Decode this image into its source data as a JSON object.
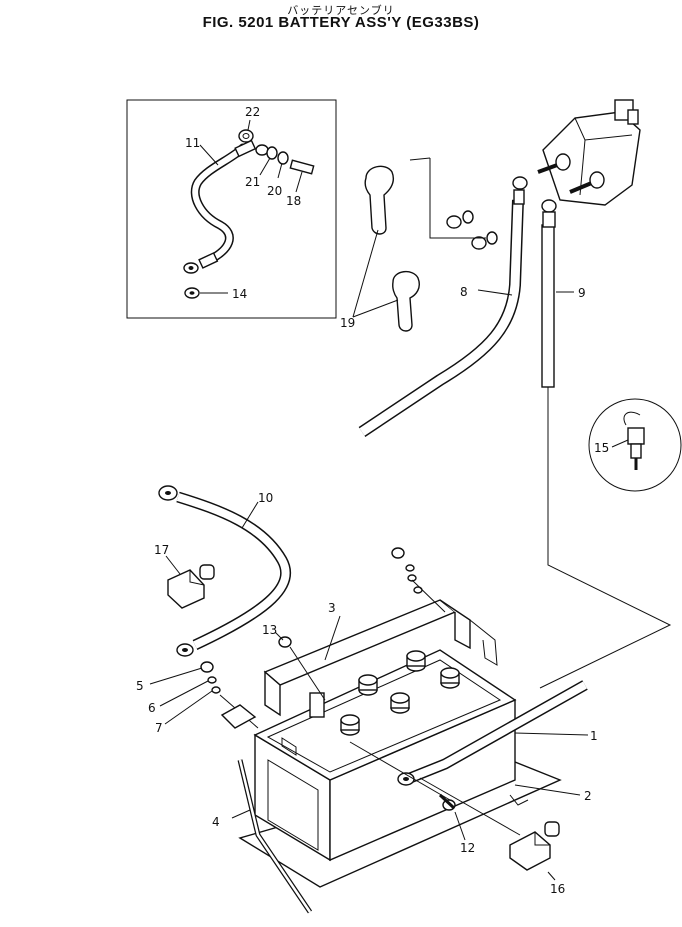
{
  "header": {
    "japanese_title": "バッテリアセンブリ",
    "title": "FIG. 5201  BATTERY ASS'Y (EG33BS)"
  },
  "callouts": {
    "c1": "1",
    "c2": "2",
    "c3": "3",
    "c4": "4",
    "c5": "5",
    "c6": "6",
    "c7": "7",
    "c8": "8",
    "c9": "9",
    "c10": "10",
    "c11": "11",
    "c12": "12",
    "c13": "13",
    "c14": "14",
    "c15": "15",
    "c16": "16",
    "c17": "17",
    "c18": "18",
    "c19": "19",
    "c20": "20",
    "c21": "21",
    "c22": "22"
  }
}
